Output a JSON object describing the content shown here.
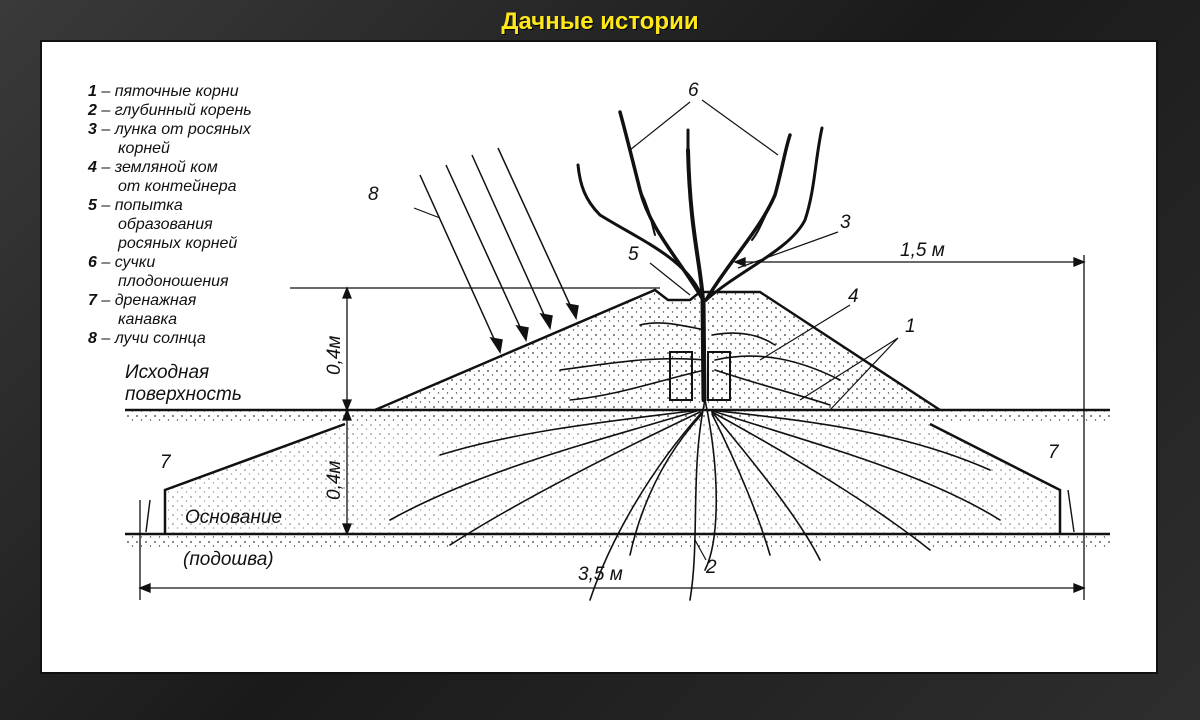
{
  "banner": {
    "title": "Дачные истории"
  },
  "legend": [
    {
      "num": "1",
      "lines": [
        "– пяточные корни"
      ]
    },
    {
      "num": "2",
      "lines": [
        "– глубинный корень"
      ]
    },
    {
      "num": "3",
      "lines": [
        "– лунка от росяных",
        "корней"
      ]
    },
    {
      "num": "4",
      "lines": [
        "– земляной ком",
        "от контейнера"
      ]
    },
    {
      "num": "5",
      "lines": [
        "– попытка",
        "образования",
        "росяных корней"
      ]
    },
    {
      "num": "6",
      "lines": [
        "– сучки",
        "плодоношения"
      ]
    },
    {
      "num": "7",
      "lines": [
        "– дренажная",
        "канавка"
      ]
    },
    {
      "num": "8",
      "lines": [
        "– лучи солнца"
      ]
    }
  ],
  "labels": {
    "surface_line1": "Исходная",
    "surface_line2": "поверхность",
    "base_line1": "Основание",
    "base_line2": "(подошва)",
    "height_upper": "0,4м",
    "height_lower": "0,4м",
    "width_top": "1,5 м",
    "width_bottom": "3,5 м",
    "callout_1": "1",
    "callout_2": "2",
    "callout_3": "3",
    "callout_4": "4",
    "callout_5": "5",
    "callout_6": "6",
    "callout_7_left": "7",
    "callout_7_right": "7",
    "callout_8": "8"
  },
  "colors": {
    "banner_text": "#ffe81a",
    "frame": "#2b2b2b",
    "panel": "#ffffff",
    "ink": "#111111"
  }
}
